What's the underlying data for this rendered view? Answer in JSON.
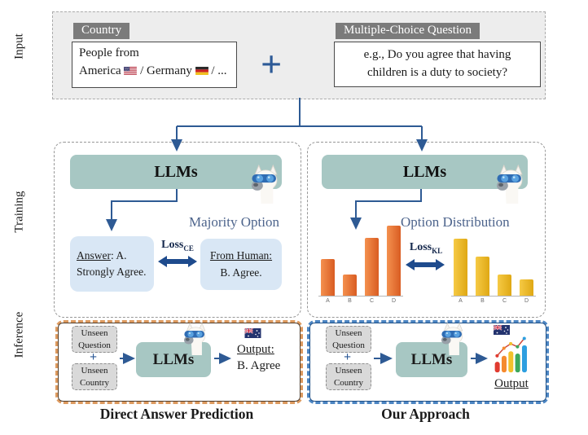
{
  "sections": {
    "input_label": "Input",
    "training_label": "Training",
    "inference_label": "Inference"
  },
  "input": {
    "country": {
      "tab": "Country",
      "line1": "People from",
      "line2_prefix": "America ",
      "line2_mid": " / Germany ",
      "line2_suffix": " / ..."
    },
    "plus": "+",
    "mcq": {
      "tab": "Multiple-Choice Question",
      "line1": "e.g., Do you agree that having",
      "line2": "children is a duty to society?"
    }
  },
  "training": {
    "left": {
      "llms": "LLMs",
      "heading": "Majority Option",
      "answer_box": {
        "underlined": "Answer",
        "rest": ": A.",
        "line2": "Strongly Agree."
      },
      "loss": {
        "base": "Loss",
        "sub": "CE"
      },
      "human_box": {
        "underlined": "From Human:",
        "line2": "B. Agree."
      }
    },
    "right": {
      "llms": "LLMs",
      "heading": "Option Distribution",
      "loss": {
        "base": "Loss",
        "sub": "KL"
      }
    }
  },
  "inference": {
    "left": {
      "unseen_question": {
        "line1": "Unseen",
        "line2": "Question"
      },
      "plus": "+",
      "unseen_country": {
        "line1": "Unseen",
        "line2": "Country"
      },
      "llms": "LLMs",
      "output": {
        "underlined": "Output:",
        "value": "B. Agree"
      },
      "caption": "Direct Answer Prediction"
    },
    "right": {
      "unseen_question": {
        "line1": "Unseen",
        "line2": "Question"
      },
      "plus": "+",
      "unseen_country": {
        "line1": "Unseen",
        "line2": "Country"
      },
      "llms": "LLMs",
      "output": {
        "underlined": "Output"
      },
      "caption": "Our Approach"
    }
  },
  "chart_data": [
    {
      "type": "bar",
      "name": "llm-option-distribution",
      "title": "",
      "categories": [
        "A",
        "B",
        "C",
        "D"
      ],
      "values": [
        0.45,
        0.26,
        0.71,
        0.86
      ],
      "color": "#d95c22",
      "color_light": "#f4914f",
      "xlabel": "",
      "ylabel": "",
      "ylim": [
        0,
        1
      ],
      "grid": false,
      "legend": "none"
    },
    {
      "type": "bar",
      "name": "human-option-distribution",
      "title": "",
      "categories": [
        "A",
        "B",
        "C",
        "D"
      ],
      "values": [
        0.7,
        0.48,
        0.26,
        0.2
      ],
      "color": "#dfa814",
      "color_light": "#f6ca45",
      "xlabel": "",
      "ylabel": "",
      "ylim": [
        0,
        1
      ],
      "grid": false,
      "legend": "none"
    }
  ],
  "icons": {
    "llama-icon": "llama head wearing blue sunglasses",
    "plus-icon": "+",
    "us-flag-icon": "United States flag",
    "germany-flag-icon": "Germany flag",
    "australia-flag-icon": "Australia flag",
    "trend-chart-icon": "colorful rising bar chart with trend line"
  },
  "colors": {
    "accent_navy": "#2e5a94",
    "double_arrow_navy": "#1e4b8d",
    "teal_llm": "#a7c7c3",
    "light_blue_box": "#d9e7f5",
    "heading_blue": "#4d648c",
    "orange_border": "#dd9a5f",
    "blue_border": "#4d86c3",
    "tab_gray": "#7b7b7b",
    "input_bg": "#ededed"
  }
}
